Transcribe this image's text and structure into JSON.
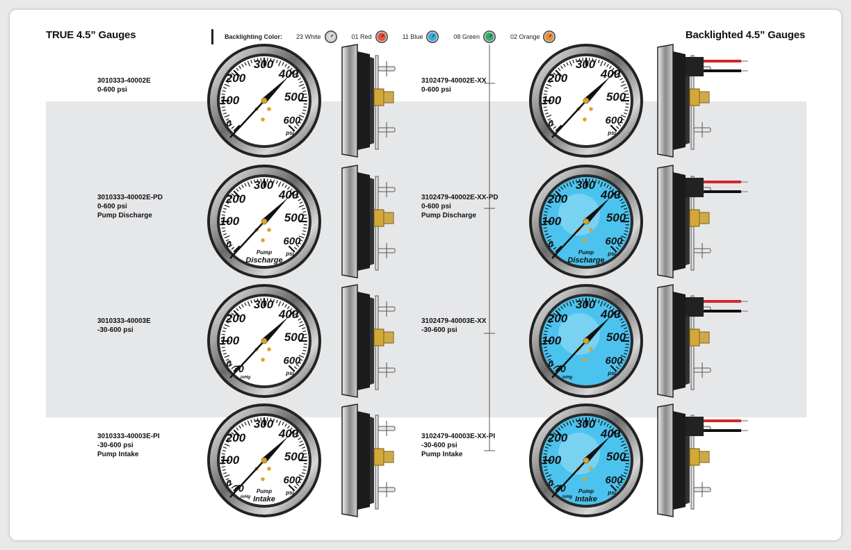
{
  "header": {
    "left_title": "TRUE 4.5” Gauges",
    "right_title": "Backlighted 4.5” Gauges",
    "legend_label": "Backlighting Color:"
  },
  "colors": [
    {
      "label": "23 White",
      "hex": "#d8d8d8"
    },
    {
      "label": "01 Red",
      "hex": "#e8503a"
    },
    {
      "label": "11 Blue",
      "hex": "#3aa9de"
    },
    {
      "label": "08 Green",
      "hex": "#2fae6a"
    },
    {
      "label": "02 Orange",
      "hex": "#f08a2a"
    }
  ],
  "left_labels": [
    {
      "part": "3010333-40002E",
      "range": "0-600 psi",
      "note": ""
    },
    {
      "part": "3010333-40002E-PD",
      "range": "0-600 psi",
      "note": "Pump Discharge"
    },
    {
      "part": "3010333-40003E",
      "range": "-30-600 psi",
      "note": ""
    },
    {
      "part": "3010333-40003E-PI",
      "range": "-30-600 psi",
      "note": "Pump Intake"
    }
  ],
  "right_labels": [
    {
      "part": "3102479-40002E-XX",
      "range": "0-600 psi",
      "note": ""
    },
    {
      "part": "3102479-40002E-XX-PD",
      "range": "0-600 psi",
      "note": "Pump Discharge"
    },
    {
      "part": "3102479-40003E-XX",
      "range": "-30-600 psi",
      "note": ""
    },
    {
      "part": "3102479-40003E-XX-PI",
      "range": "-30-600 psi",
      "note": "Pump Intake"
    }
  ],
  "dial": {
    "ticks": [
      "0",
      "100",
      "200",
      "300",
      "400",
      "500",
      "600"
    ],
    "unit": "psi",
    "vac_tick": "30",
    "vac_unit": "inHg",
    "pump": "Pump",
    "discharge": "Discharge",
    "intake": "Intake",
    "white_face": "#ffffff",
    "blue_face": "#4cc3ee"
  }
}
